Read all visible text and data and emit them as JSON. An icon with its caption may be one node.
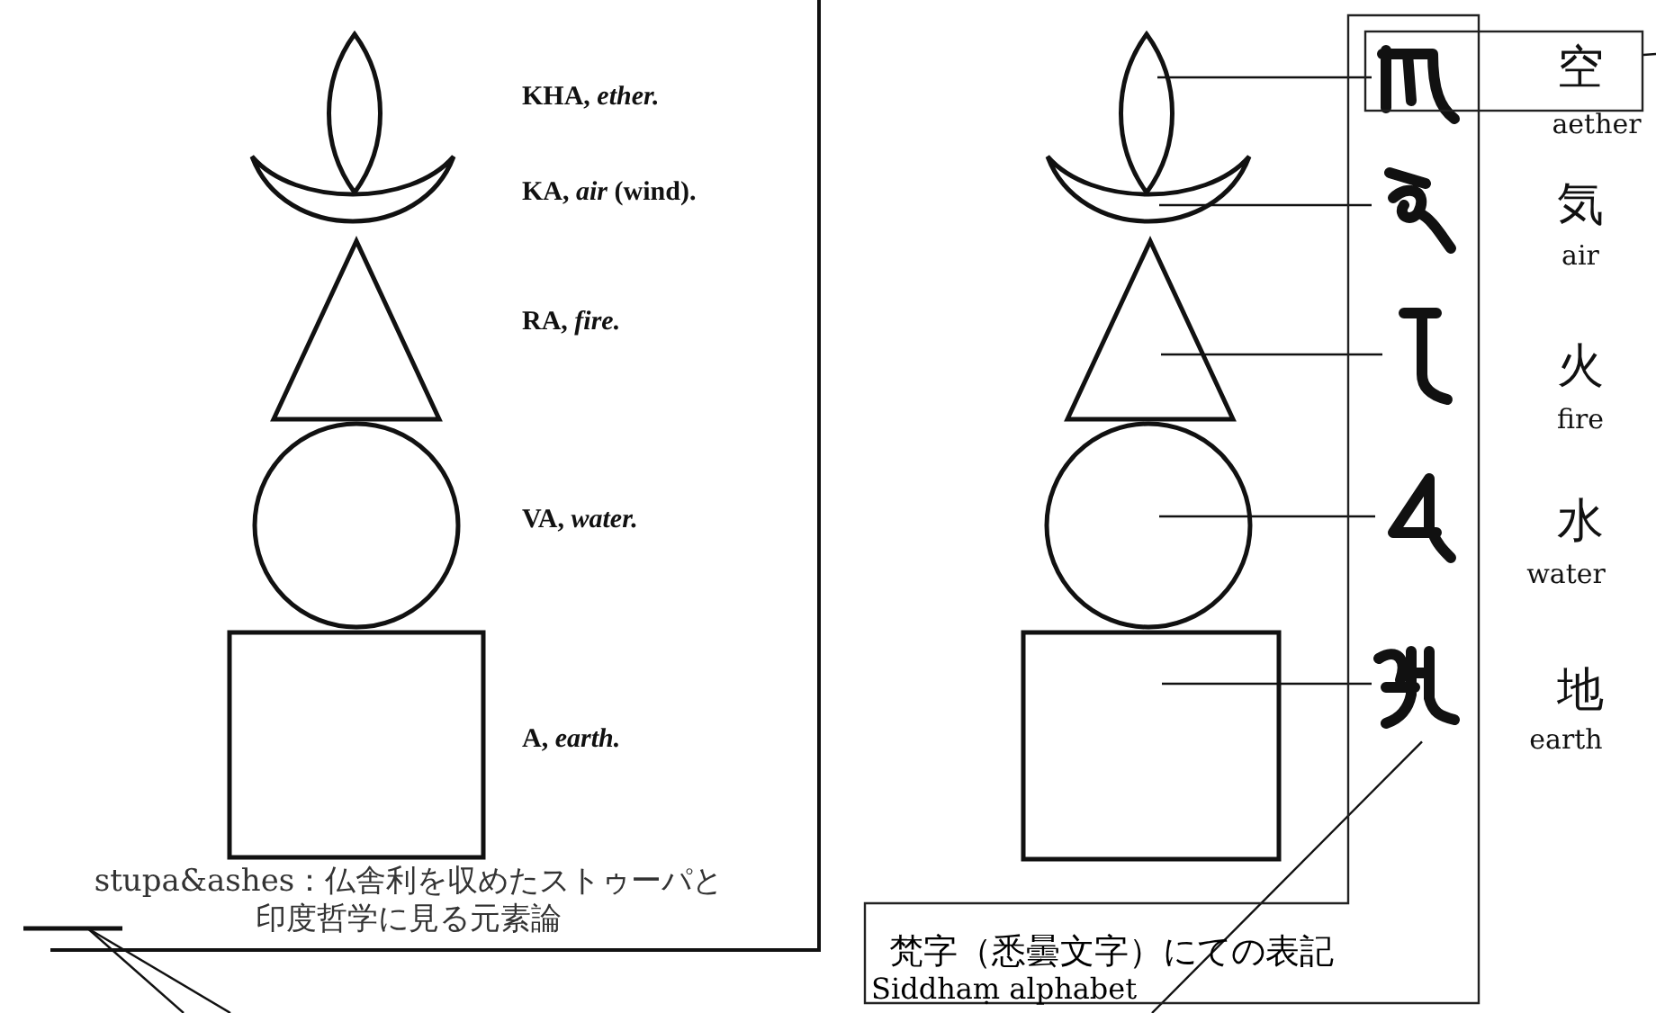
{
  "diagram": {
    "nodes": [
      {
        "text": [],
        "shape": "ellipse"
      },
      {
        "text": [],
        "shape": "crescent"
      },
      {
        "text": [],
        "shape": "triangle"
      },
      {
        "text": [],
        "shape": "circle"
      },
      {
        "text": [],
        "shape": "box"
      },
      {
        "text": [
          "stupa&ashes：仏舎利を収めたストゥーパと印度哲学に見る元素論"
        ]
      },
      {
        "text": [],
        "shape": "ellipse"
      },
      {
        "text": [],
        "shape": "crescent"
      },
      {
        "text": [],
        "shape": "triangle"
      },
      {
        "text": [],
        "shape": "circle"
      },
      {
        "text": [],
        "shape": "box"
      },
      {
        "text": [
          "梵字（悉曇文字）にての表記",
          "Siddhaṃ alphabet"
        ]
      },
      {
        "text": [],
        "shape": "glyph",
        "in": 11
      },
      {
        "text": [],
        "shape": "glyph",
        "in": 11
      },
      {
        "text": [],
        "shape": "glyph",
        "in": 11
      },
      {
        "text": [],
        "shape": "glyph",
        "in": 11
      },
      {
        "text": [],
        "shape": "glyph",
        "in": 11
      },
      {
        "text": [
          "空"
        ],
        "beside": [
          "aether"
        ]
      }
    ],
    "edges": [
      {
        "from": 6,
        "to": 12,
        "arrow": "none"
      },
      {
        "from": 7,
        "to": 13,
        "arrow": "none"
      },
      {
        "from": 8,
        "to": 14,
        "arrow": "none"
      },
      {
        "from": 9,
        "to": 15,
        "arrow": "none"
      },
      {
        "from": 10,
        "to": 16,
        "arrow": "none"
      },
      {
        "from": 17,
        "to": null,
        "arrow": "none"
      },
      {
        "from": 16,
        "to": null,
        "arrow": "none"
      },
      {
        "from": 5,
        "to": null,
        "arrow": "none"
      },
      {
        "from": 5,
        "to": null,
        "arrow": "none"
      }
    ],
    "labels": [
      "KHA, *ether.*",
      "KA, *air* (wind).",
      "RA, *fire.*",
      "VA, *water.*",
      "A, *earth.*",
      "気",
      "air",
      "火",
      "fire",
      "水",
      "water",
      "地",
      "earth"
    ]
  }
}
